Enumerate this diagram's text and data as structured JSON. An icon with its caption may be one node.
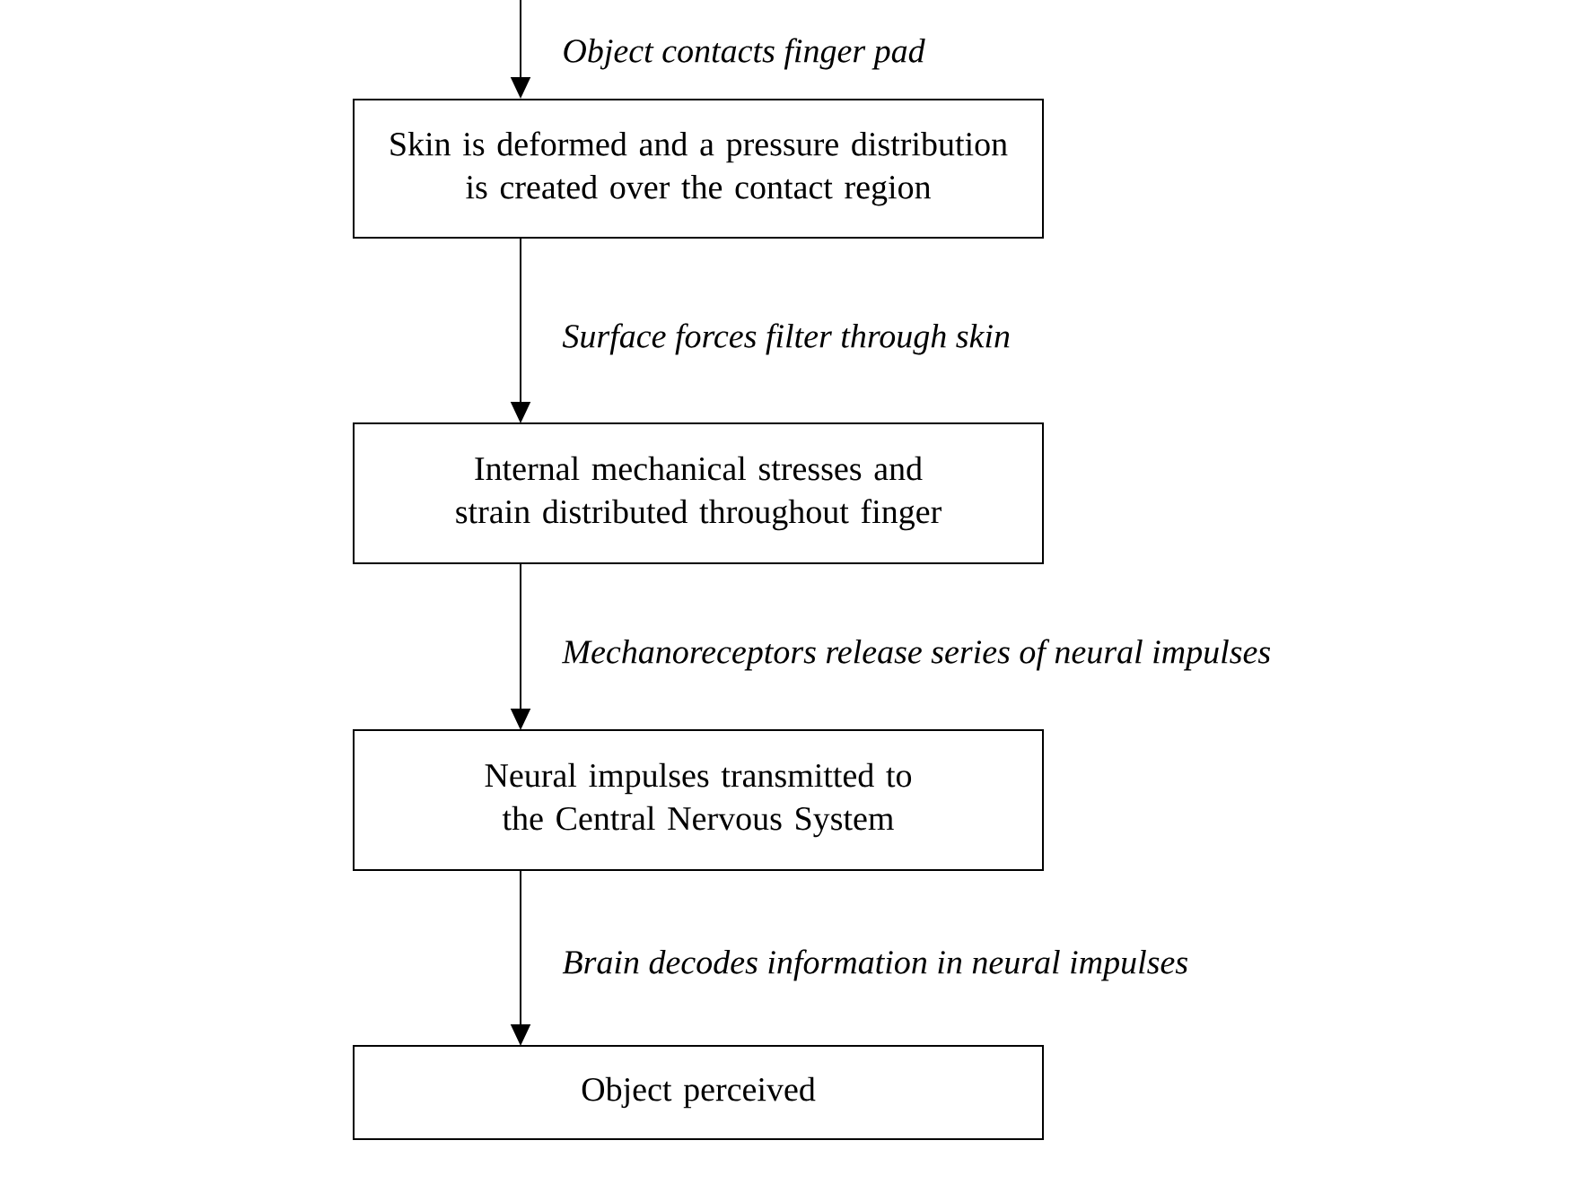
{
  "diagram": {
    "nodes": [
      {
        "text": [
          "Skin is deformed and a pressure distribution is created over the contact region"
        ]
      },
      {
        "text": [
          "Internal mechanical stresses and strain distributed throughout finger"
        ]
      },
      {
        "text": [
          "Neural impulses transmitted to the Central Nervous System"
        ]
      },
      {
        "text": [
          "Object perceived"
        ]
      }
    ],
    "edges": [
      {
        "from": null,
        "to": 0,
        "arrow": "to",
        "label": "Object contacts finger pad"
      },
      {
        "from": 0,
        "to": 1,
        "arrow": "to",
        "label": "Surface forces filter through skin"
      },
      {
        "from": 1,
        "to": 2,
        "arrow": "to",
        "label": "Mechanoreceptors release series of neural impulses"
      },
      {
        "from": 2,
        "to": 3,
        "arrow": "to",
        "label": "Brain decodes information in neural impulses"
      }
    ]
  }
}
